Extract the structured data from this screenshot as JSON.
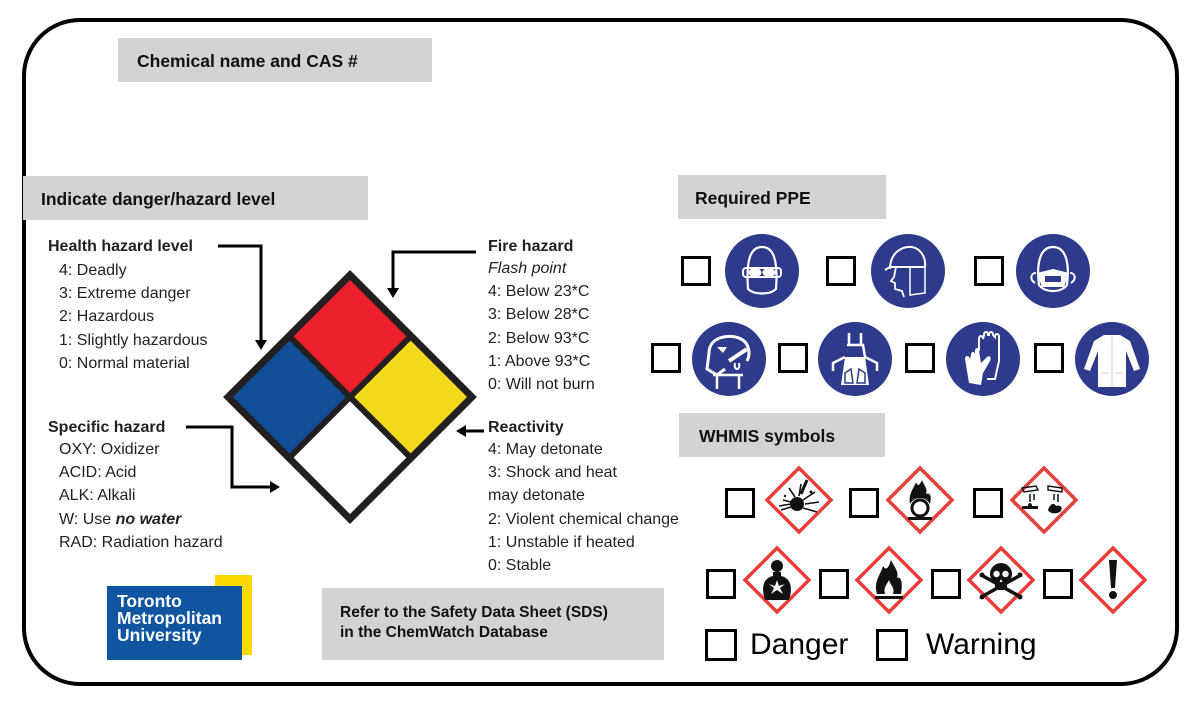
{
  "header": {
    "chemical_label": "Chemical name and CAS #"
  },
  "hazard_section": {
    "title": "Indicate danger/hazard level",
    "health": {
      "title": "Health hazard level",
      "items": [
        "4: Deadly",
        "3: Extreme danger",
        "2: Hazardous",
        "1: Slightly hazardous",
        "0: Normal material"
      ]
    },
    "specific": {
      "title": "Specific hazard",
      "items": [
        "OXY: Oxidizer",
        "ACID: Acid",
        "ALK: Alkali"
      ],
      "water_prefix": "W: Use ",
      "water_emph": "no water",
      "last": "RAD: Radiation hazard"
    },
    "fire": {
      "title": "Fire hazard",
      "subtitle": "Flash point",
      "items": [
        "4: Below 23*C",
        "3: Below 28*C",
        "2: Below 93*C",
        "1: Above 93*C",
        "0: Will not burn"
      ]
    },
    "reactivity": {
      "title": "Reactivity",
      "items": [
        "4: May detonate",
        "3: Shock and heat",
        "may detonate",
        "2: Violent chemical change",
        "1: Unstable if heated",
        "0: Stable"
      ]
    },
    "diamond_colors": {
      "health": "#114f98",
      "fire": "#ed1f2a",
      "reactivity": "#f5d91c",
      "specific": "#ffffff"
    }
  },
  "logo": {
    "line1": "Toronto",
    "line2": "Metropolitan",
    "line3": "University"
  },
  "sds_note": {
    "line1": "Refer to the Safety Data Sheet (SDS)",
    "line2": "in the ChemWatch Database"
  },
  "ppe": {
    "title": "Required PPE",
    "items": [
      {
        "icon": "safety-goggles-icon",
        "checked": false
      },
      {
        "icon": "face-shield-icon",
        "checked": false
      },
      {
        "icon": "dust-mask-icon",
        "checked": false
      },
      {
        "icon": "respirator-icon",
        "checked": false
      },
      {
        "icon": "apron-icon",
        "checked": false
      },
      {
        "icon": "gloves-icon",
        "checked": false
      },
      {
        "icon": "lab-coat-icon",
        "checked": false
      }
    ],
    "color": "#2e3a8c"
  },
  "whmis": {
    "title": "WHMIS symbols",
    "items": [
      {
        "icon": "exploding-bomb-icon",
        "checked": false
      },
      {
        "icon": "flame-over-circle-icon",
        "checked": false
      },
      {
        "icon": "corrosion-icon",
        "checked": false
      },
      {
        "icon": "health-hazard-icon",
        "checked": false
      },
      {
        "icon": "flame-icon",
        "checked": false
      },
      {
        "icon": "skull-crossbones-icon",
        "checked": false
      },
      {
        "icon": "exclamation-mark-icon",
        "checked": false
      }
    ],
    "border_color": "#e8413b",
    "signal_words": [
      {
        "label": "Danger",
        "checked": false
      },
      {
        "label": "Warning",
        "checked": false
      }
    ]
  }
}
